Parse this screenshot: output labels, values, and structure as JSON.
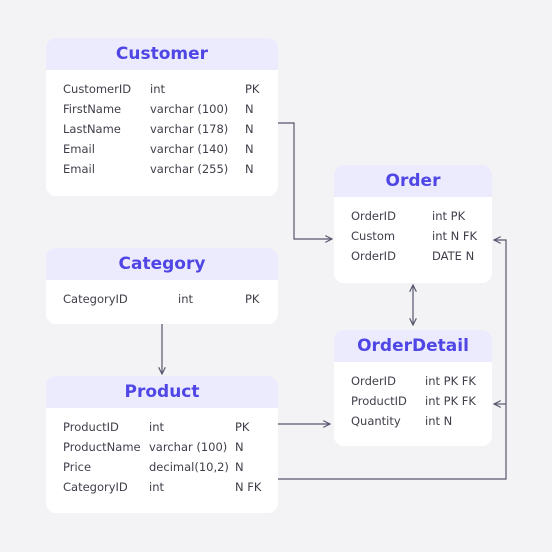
{
  "colors": {
    "background": "#f3f3f6",
    "card": "#ffffff",
    "header_bg": "#ebebfd",
    "header_text": "#4f46e5",
    "connector": "#55556a"
  },
  "tables": {
    "customer": {
      "title": "Customer",
      "rows": [
        {
          "name": "CustomerID",
          "type": "int",
          "key": "PK"
        },
        {
          "name": "FirstName",
          "type": "varchar (100)",
          "key": "N"
        },
        {
          "name": "LastName",
          "type": "varchar (178)",
          "key": "N"
        },
        {
          "name": "Email",
          "type": "varchar (140)",
          "key": "N"
        },
        {
          "name": "Email",
          "type": "varchar (255)",
          "key": "N"
        }
      ]
    },
    "order": {
      "title": "Order",
      "rows": [
        {
          "name": "OrderID",
          "type": "int PK",
          "key": ""
        },
        {
          "name": "Custom",
          "type": "int N FK",
          "key": ""
        },
        {
          "name": "OrderID",
          "type": "DATE N",
          "key": ""
        }
      ]
    },
    "category": {
      "title": "Category",
      "rows": [
        {
          "name": "CategoryID",
          "type": "int",
          "key": "PK"
        }
      ]
    },
    "order_detail": {
      "title": "OrderDetail",
      "rows": [
        {
          "name": "OrderID",
          "type": "int PK FK",
          "key": ""
        },
        {
          "name": "ProductID",
          "type": "int PK FK",
          "key": ""
        },
        {
          "name": "Quantity",
          "type": "int N",
          "key": ""
        }
      ]
    },
    "product": {
      "title": "Product",
      "rows": [
        {
          "name": "ProductID",
          "type": "int",
          "key": "PK"
        },
        {
          "name": "ProductName",
          "type": "varchar (100)",
          "key": "N"
        },
        {
          "name": "Price",
          "type": "decimal(10,2)",
          "key": "N"
        },
        {
          "name": "CategoryID",
          "type": "int",
          "key": "N FK"
        }
      ]
    }
  },
  "relationships": [
    {
      "from": "customer",
      "to": "order",
      "style": "arrow"
    },
    {
      "from": "category",
      "to": "product",
      "style": "arrow"
    },
    {
      "from": "product",
      "to": "order_detail",
      "style": "arrow"
    },
    {
      "from": "order",
      "to": "order_detail",
      "style": "double-arrow"
    },
    {
      "from": "product",
      "to": "order",
      "style": "arrow"
    },
    {
      "from": "product",
      "to": "order_detail",
      "style": "arrow"
    }
  ]
}
